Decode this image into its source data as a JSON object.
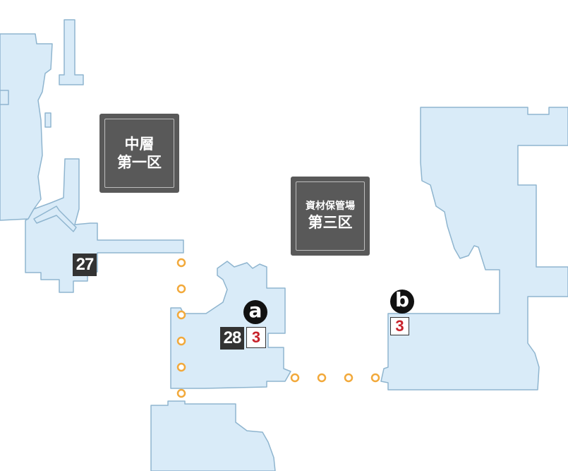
{
  "colors": {
    "floor_fill": "#d9ebf8",
    "floor_stroke": "#8fb5cf",
    "route_dot": "#f2a93b",
    "area_label_bg": "#595959",
    "badge_red": "#c8222b"
  },
  "area_labels": {
    "middle_floor": {
      "line1": "中層",
      "line2": "第一区"
    },
    "materials": {
      "line1": "資材保管場",
      "line2": "第三区"
    }
  },
  "spots": {
    "spot_27": "27",
    "spot_28": "28"
  },
  "markers": {
    "a": {
      "letter": "a",
      "badge": "3"
    },
    "b": {
      "letter": "b",
      "badge": "3"
    }
  },
  "route": {
    "icon": "route-dot-icon",
    "vertical_dot_count": 6,
    "horizontal_dot_count": 4
  }
}
